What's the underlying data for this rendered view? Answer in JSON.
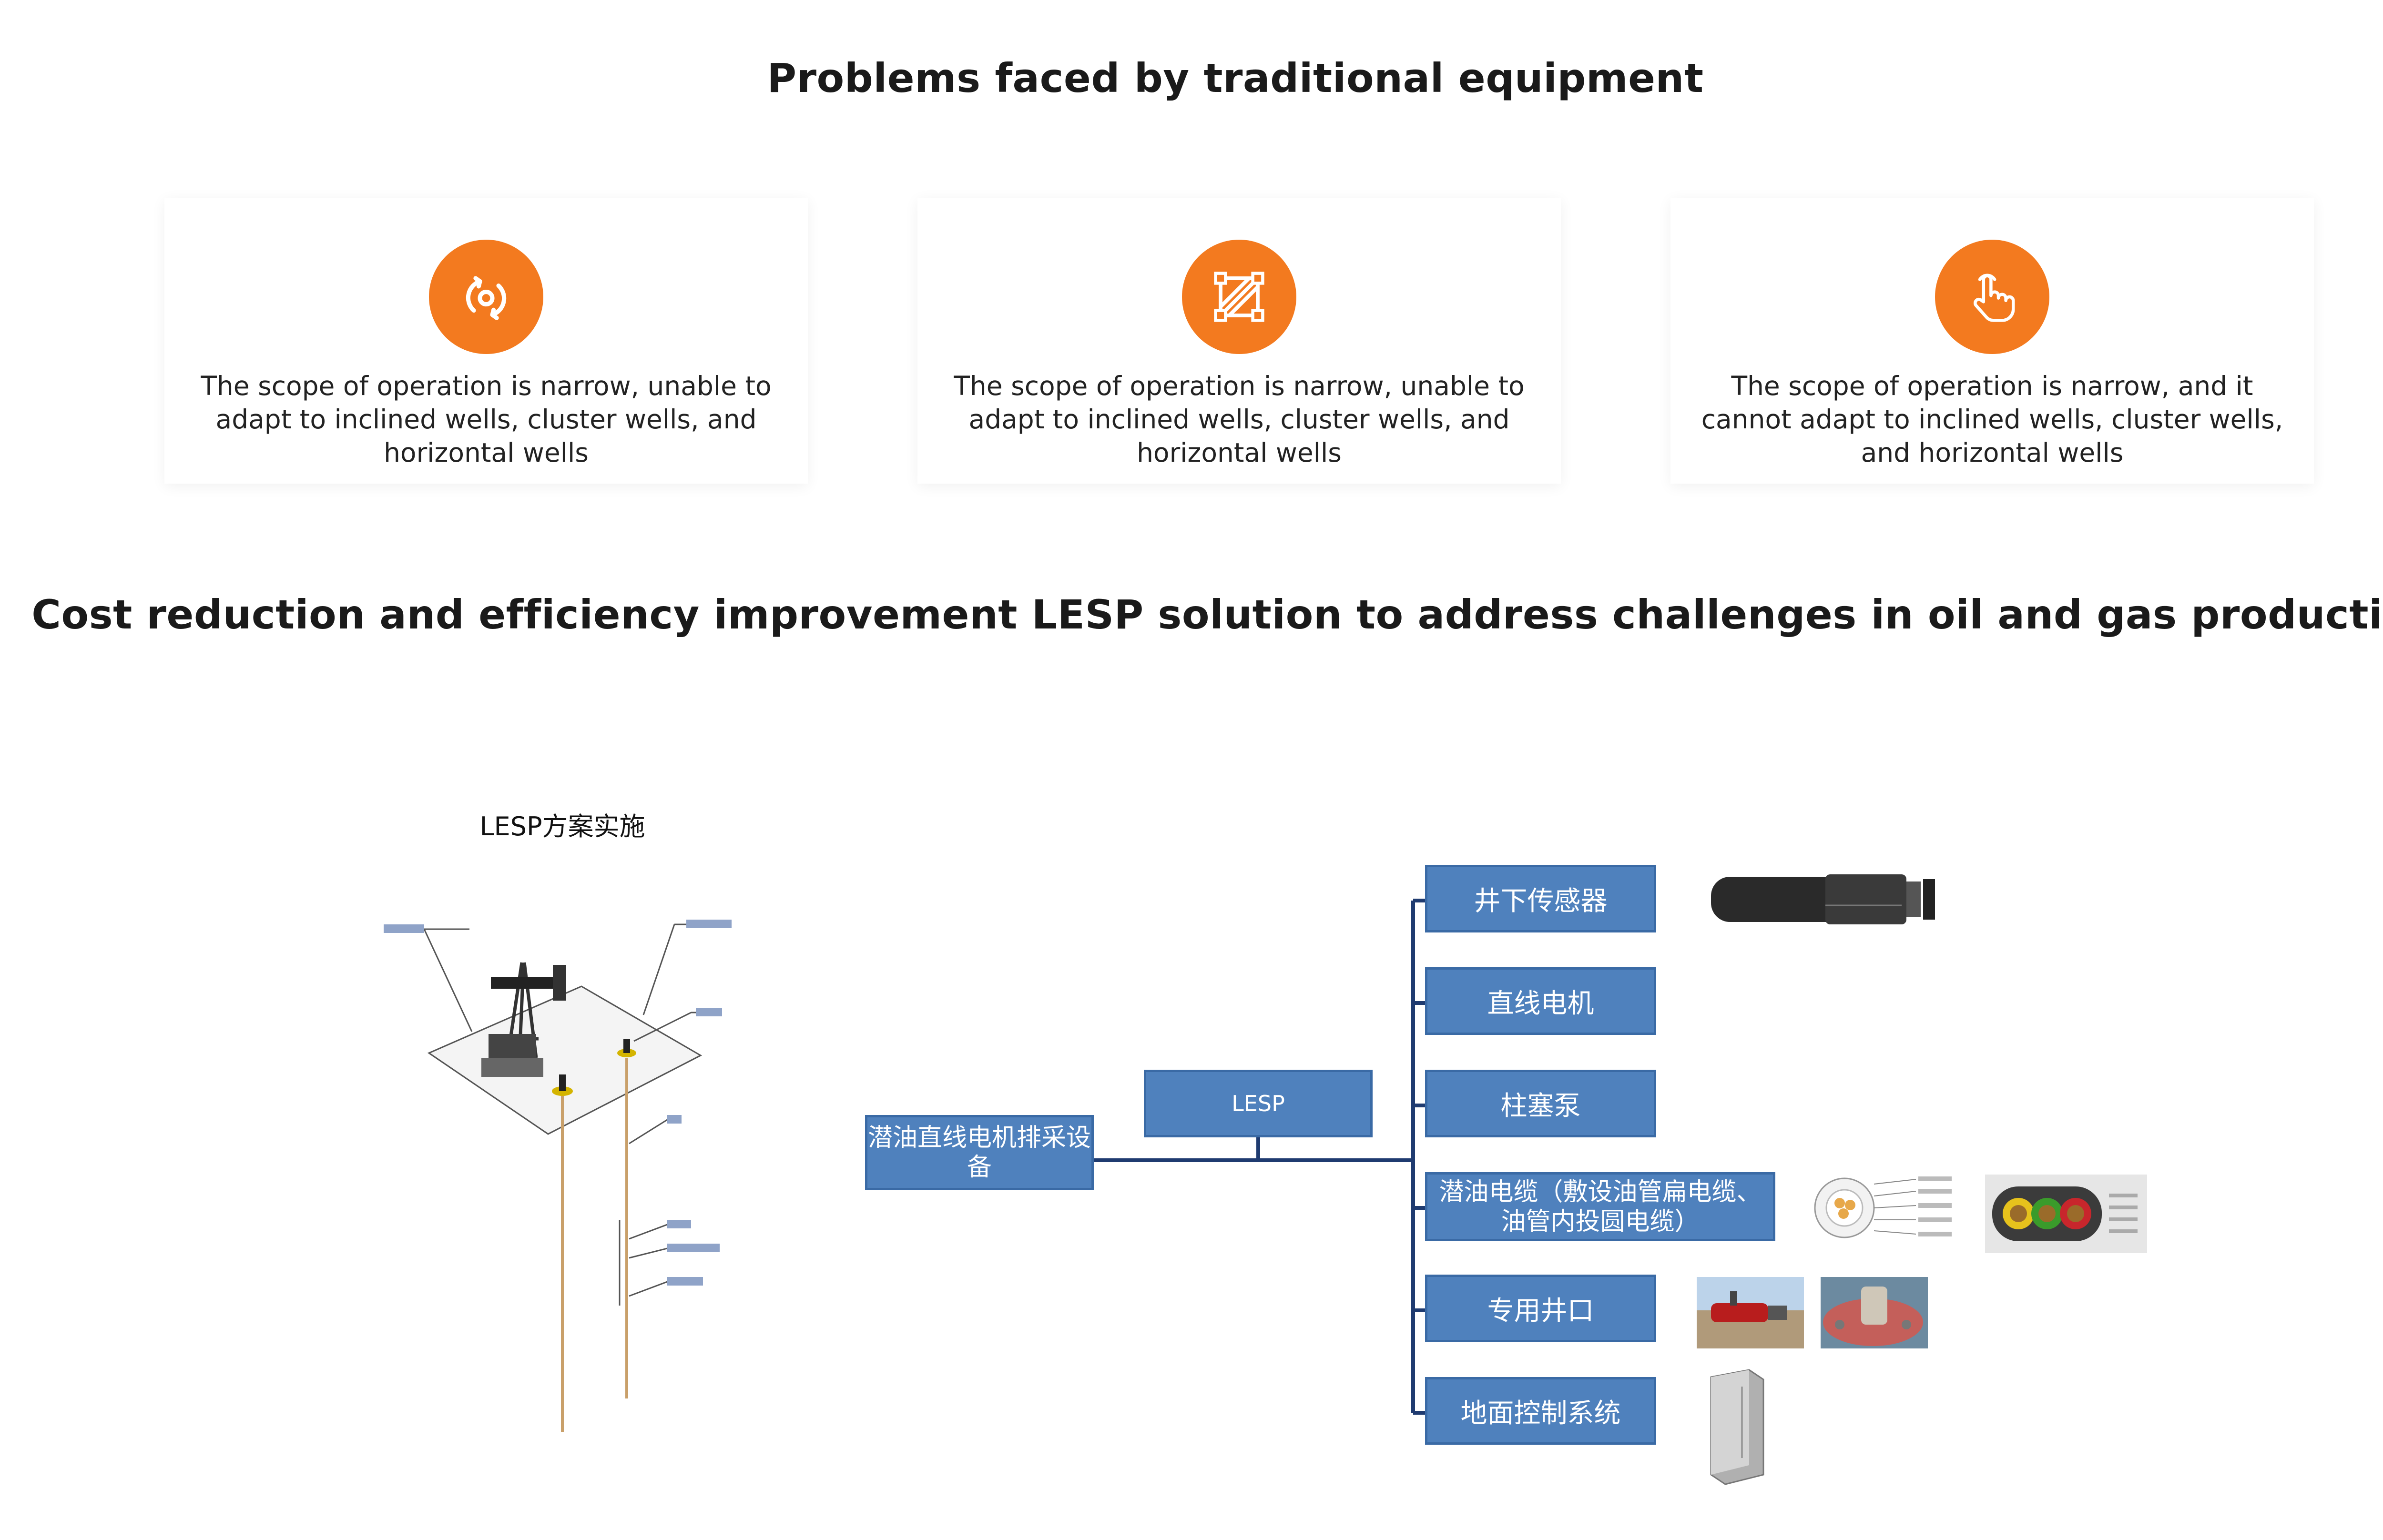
{
  "section1": {
    "title": "Problems faced by traditional equipment",
    "cards": [
      {
        "icon": "rotate-target-icon",
        "text": "The scope of operation is narrow, unable to adapt to inclined wells, cluster wells, and horizontal wells"
      },
      {
        "icon": "resize-frame-icon",
        "text": "The scope of operation is narrow, unable to adapt to inclined wells, cluster wells, and horizontal wells"
      },
      {
        "icon": "hand-pointer-icon",
        "text": "The scope of operation is narrow, and it cannot adapt to inclined wells, cluster wells, and horizontal wells"
      }
    ],
    "accent_color": "#f37a1f"
  },
  "section2": {
    "title": "Cost reduction and efficiency improvement LESP solution to address challenges in oil and gas production",
    "diagram_title": "LESP方案实施",
    "tree": {
      "root": "潜油直线电机排采设备",
      "hub": "LESP",
      "branches": [
        "井下传感器",
        "直线电机",
        "柱塞泵",
        "潜油电缆（敷设油管扁电缆、油管内投圆电缆）",
        "专用井口",
        "地面控制系统"
      ]
    },
    "box_color": "#4f81bd",
    "line_color": "#1f3b70"
  }
}
